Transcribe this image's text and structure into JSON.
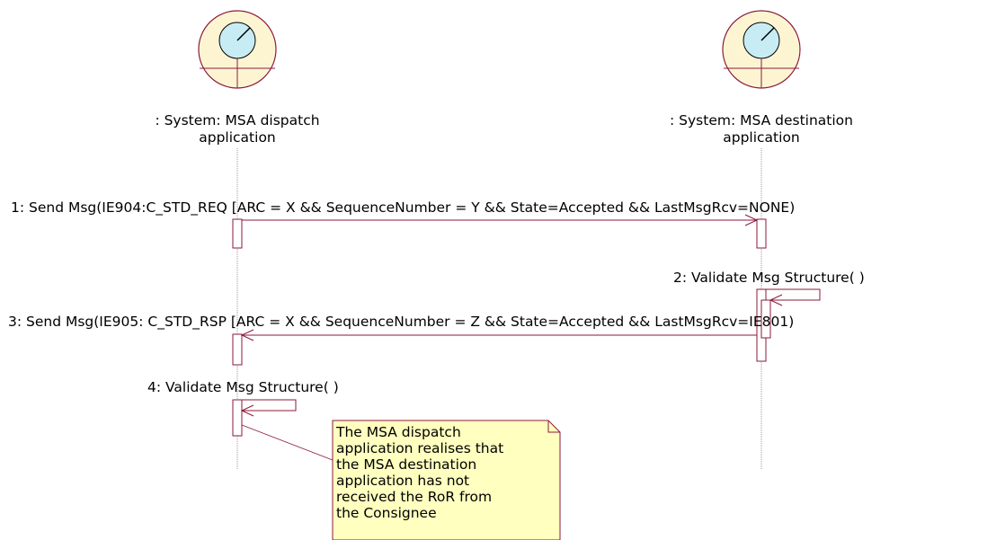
{
  "lifelines": [
    {
      "id": "dispatch",
      "label_lines": [
        ": System: MSA dispatch",
        "application"
      ]
    },
    {
      "id": "destination",
      "label_lines": [
        ": System: MSA destination",
        "application"
      ]
    }
  ],
  "messages": [
    {
      "label": "1: Send Msg(IE904:C_STD_REQ [ARC = X && SequenceNumber = Y && State=Accepted && LastMsgRcv=NONE)",
      "from": "dispatch",
      "to": "destination"
    },
    {
      "label": "2: Validate Msg Structure( )",
      "from": "destination",
      "to": "destination"
    },
    {
      "label": "3: Send Msg(IE905: C_STD_RSP [ARC = X && SequenceNumber = Z && State=Accepted && LastMsgRcv=IE801)",
      "from": "destination",
      "to": "dispatch"
    },
    {
      "label": "4: Validate Msg Structure( )",
      "from": "dispatch",
      "to": "dispatch"
    }
  ],
  "note": {
    "lines": [
      "The MSA dispatch",
      "application realises that",
      "the MSA destination",
      "application has not",
      "received the RoR from",
      "the Consignee"
    ]
  },
  "colors": {
    "line": "#8b1a3a",
    "actor_fill": "#fdf5d2",
    "actor_inner_fill": "#c8ecf4",
    "note_fill": "#ffffc0",
    "lifeline": "#999999"
  }
}
